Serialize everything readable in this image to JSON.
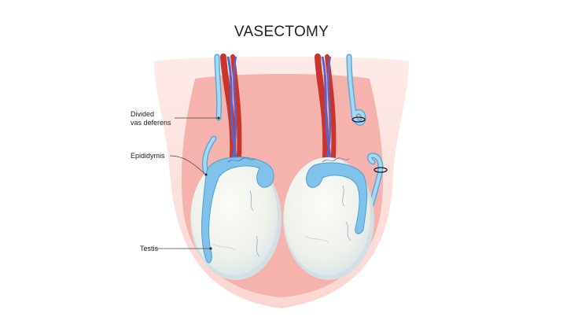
{
  "title": "VASECTOMY",
  "labels": {
    "divided_vas_deferens_line1": "Divided",
    "divided_vas_deferens_line2": "vas deferens",
    "epididymis": "Epididymis",
    "testis": "Testis"
  },
  "colors": {
    "scrotum_outer": "#fde3df",
    "scrotum_inner": "#f5a7a1",
    "testis": "#f3f5ee",
    "testis_shadow": "#dfe7ea",
    "epididymis": "#7fc3ea",
    "vas_deferens": "#a9d8f2",
    "artery": "#c7352d",
    "vein": "#5b63c8",
    "ligature": "#1b1b2e"
  }
}
